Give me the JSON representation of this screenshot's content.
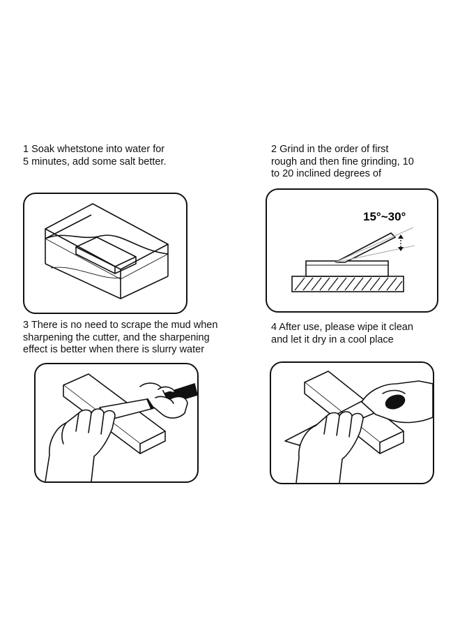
{
  "steps": [
    {
      "caption": "1 Soak whetstone into water for\n5 minutes, add some salt better.",
      "illustration": "whetstone-soaking-in-water"
    },
    {
      "caption": "2 Grind in the order of first\nrough and then fine grinding, 10\nto 20 inclined degrees of",
      "illustration": "knife-angle-on-stone",
      "angle_label": "15°~30°"
    },
    {
      "caption": "3 There is no need to scrape the mud when\nsharpening the cutter, and the sharpening\neffect is better when there is slurry water",
      "illustration": "hands-sharpening-knife"
    },
    {
      "caption": "4 After use, please wipe it clean\nand let it dry in a cool place",
      "illustration": "hands-wiping-knife"
    }
  ],
  "colors": {
    "line": "#111111",
    "background": "#ffffff",
    "guide": "#aaaaaa"
  }
}
